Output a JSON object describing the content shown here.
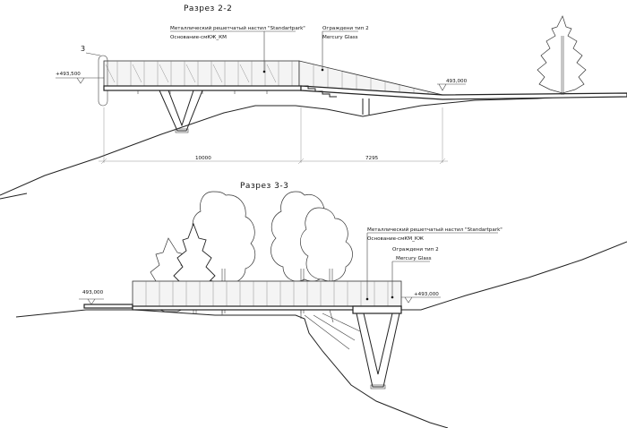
{
  "section_2": {
    "title": "Разрез 2-2",
    "callout_number": "3",
    "note_deck_line1": "Металлический решетчатый настил \"Standartpark\"",
    "note_deck_line2": "Основание-смКЖ_КМ",
    "note_rail_line1": "Ограждени тип 2",
    "note_rail_line2": "Mercury Glass",
    "level_left": "+493,500",
    "level_right": "493,000",
    "dim_left": "10000",
    "dim_right": "7295"
  },
  "section_3": {
    "title": "Разрез 3-3",
    "note_deck_line1": "Металлический решетчатый настил \"Standartpark\"",
    "note_deck_line2": "Основание-смКМ_КЖ",
    "note_rail_line1": "Ограждени тип 2",
    "note_rail_line2": "Mercury Glass",
    "level_left": "493,000",
    "level_right": "+493,000"
  }
}
